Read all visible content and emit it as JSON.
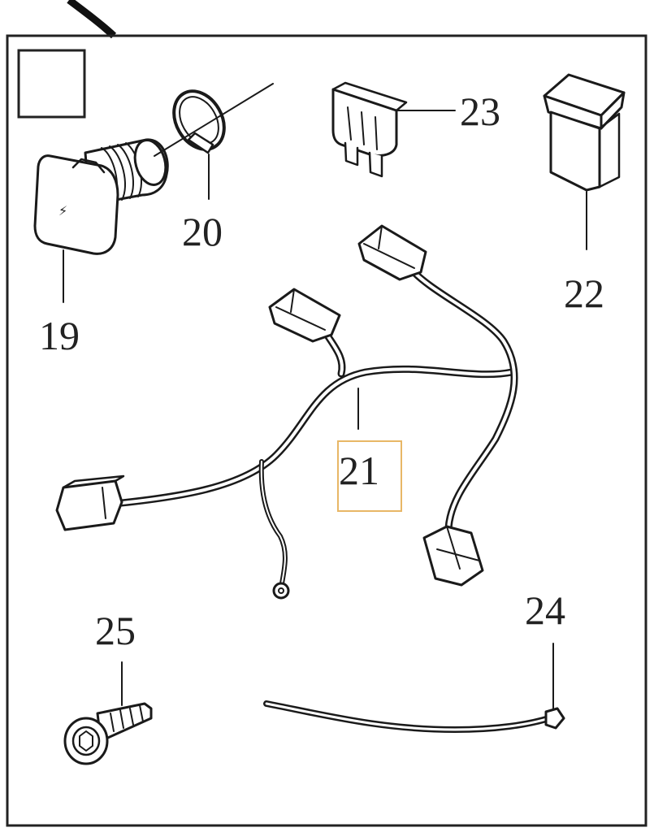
{
  "callouts": {
    "c19": "19",
    "c20": "20",
    "c21": "21",
    "c22": "22",
    "c23": "23",
    "c24": "24",
    "c25": "25"
  },
  "colors": {
    "line": "#1a1a1a",
    "frame": "#222222",
    "highlight_box": "#e8b766"
  }
}
